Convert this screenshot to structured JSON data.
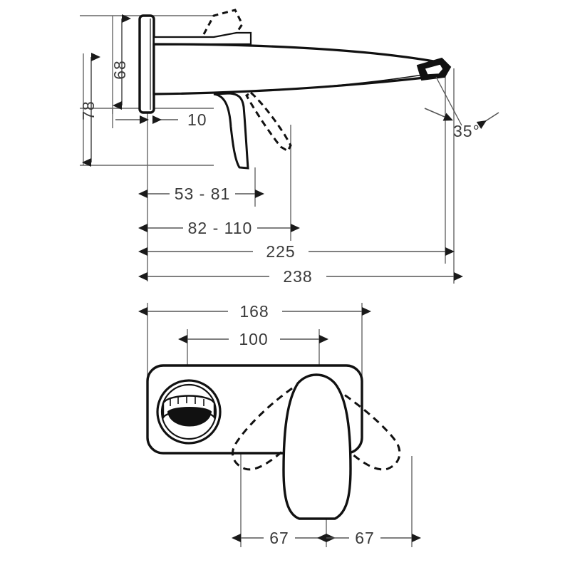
{
  "drawing": {
    "title": "Wall-mounted single lever basin mixer dimension drawing",
    "units": "mm",
    "line_color": "#1a1a1a",
    "dimension_color": "#555555",
    "text_color": "#3a3a3a",
    "background": "#ffffff"
  },
  "views": {
    "side": {
      "name": "side-elevation",
      "dimensions": {
        "height_to_spout": "68",
        "total_height": "78",
        "wall_plate_depth": "10",
        "handle_reach_range": "53 - 81",
        "handle_reach_range_2": "82 - 110",
        "spout_projection": "225",
        "total_projection": "238",
        "outlet_angle": "35°"
      },
      "parts": {
        "wall_plate": "wall-plate",
        "spout": "spout-body",
        "aerator": "aerator-outlet",
        "lever_handle": "lever-handle",
        "lever_handle_raised": "lever-handle-raised-dashed"
      }
    },
    "front": {
      "name": "front-elevation",
      "dimensions": {
        "plate_width": "168",
        "center_distance": "100",
        "handle_swing_left": "67",
        "handle_swing_right": "67"
      },
      "parts": {
        "escutcheon": "escutcheon-plate",
        "outlet_ring": "spout-outlet-ring",
        "lever_handle": "lever-handle",
        "swing_left": "handle-swing-left-dashed",
        "swing_right": "handle-swing-right-dashed"
      }
    }
  }
}
